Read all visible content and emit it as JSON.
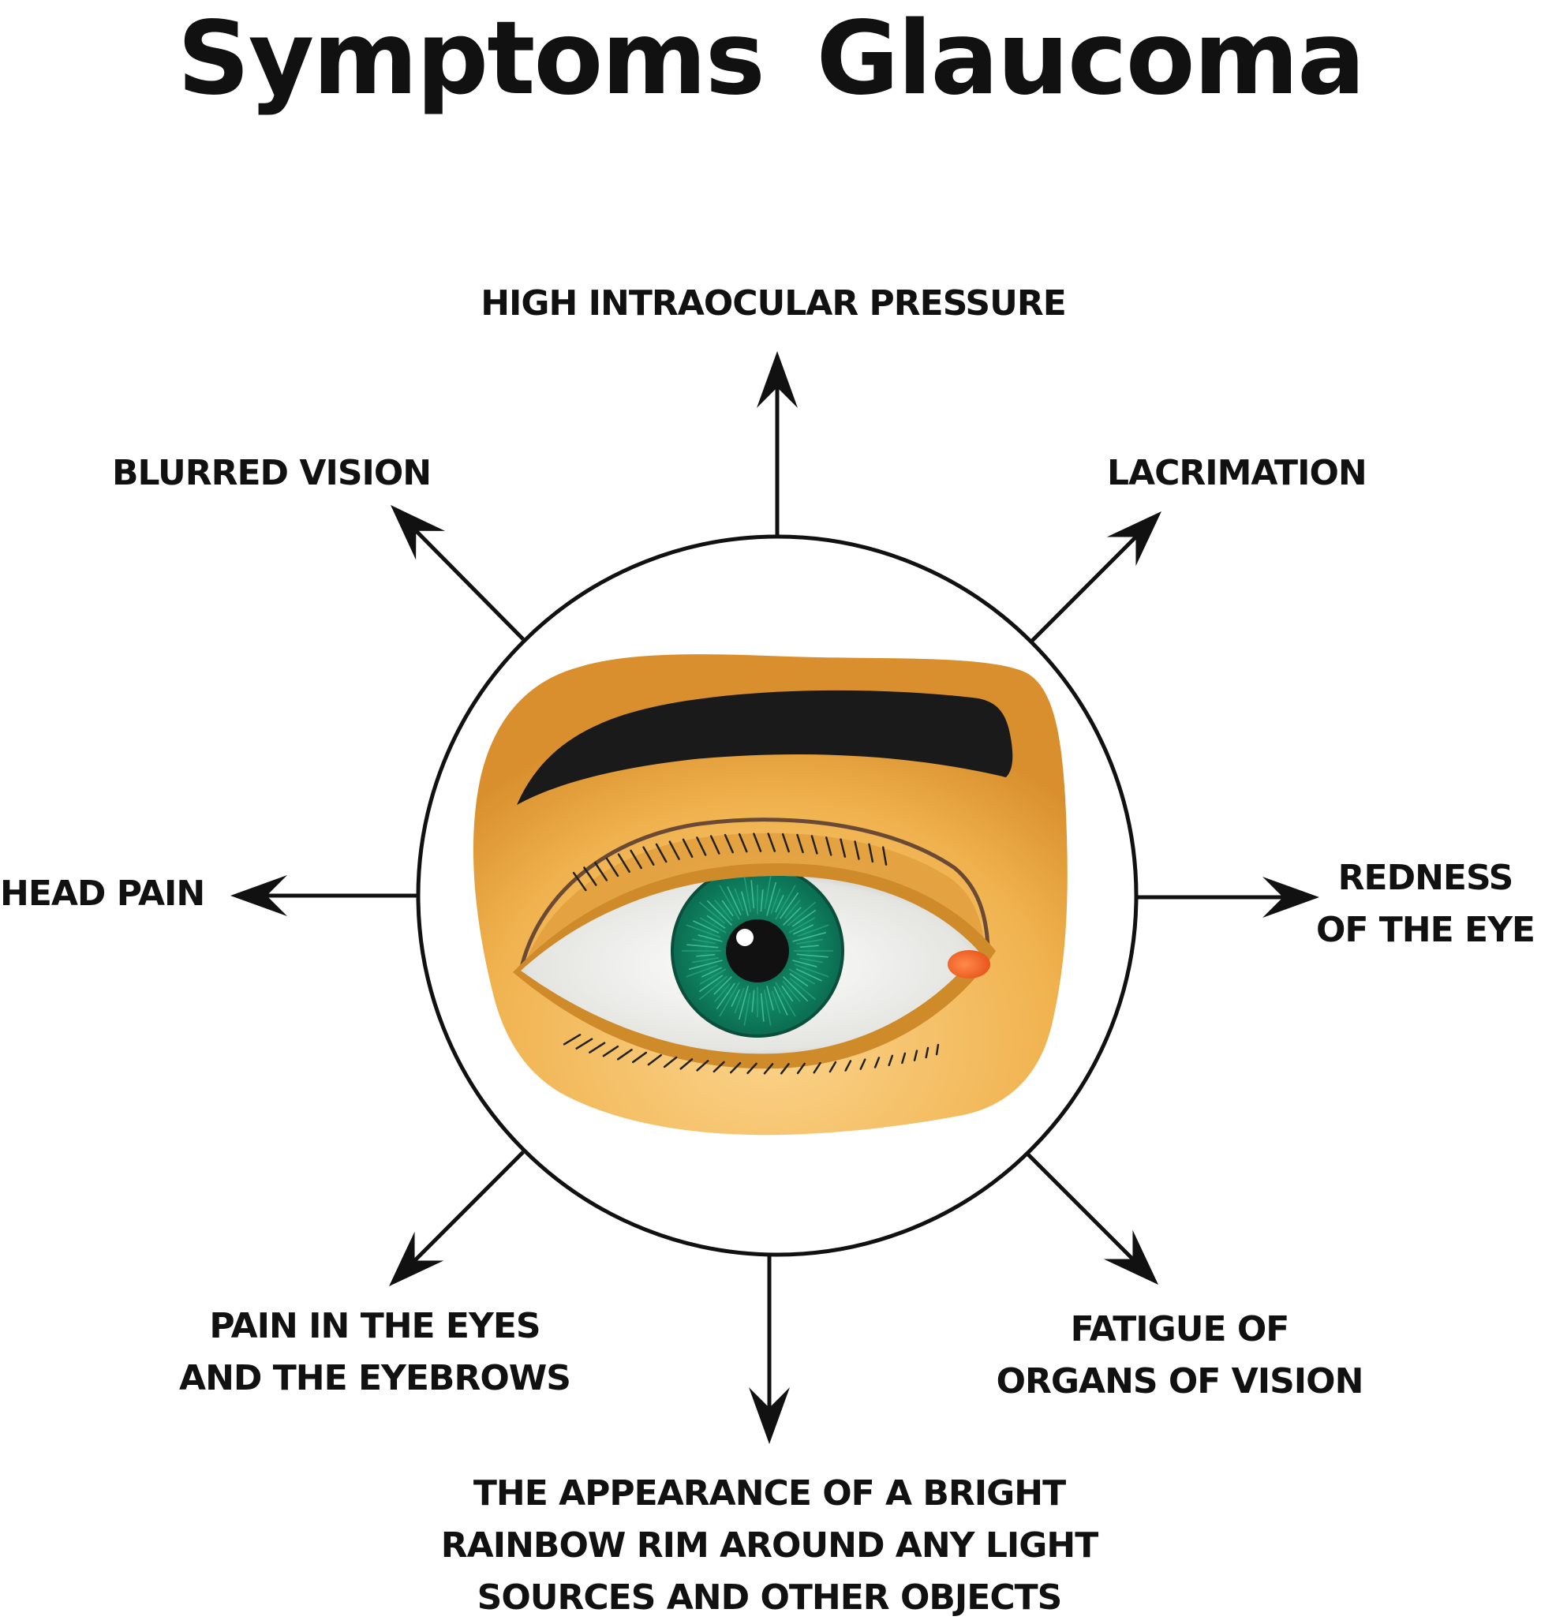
{
  "title": "Symptoms  Glaucoma",
  "symptoms": {
    "top": [
      "HIGH INTRAOCULAR PRESSURE"
    ],
    "top_left": [
      "BLURRED VISION"
    ],
    "top_right": [
      "LACRIMATION"
    ],
    "left": [
      "HEAD PAIN"
    ],
    "right": [
      "REDNESS",
      "OF THE EYE"
    ],
    "bottom_left": [
      "PAIN IN THE EYES",
      "AND THE EYEBROWS"
    ],
    "bottom_right": [
      "FATIGUE OF",
      "ORGANS OF VISION"
    ],
    "bottom": [
      "THE APPEARANCE OF A BRIGHT",
      "RAINBOW RIM AROUND ANY LIGHT",
      "SOURCES AND OTHER OBJECTS"
    ]
  },
  "colors": {
    "skin": "#f0b24e",
    "skin_shadow": "#d68c2c",
    "iris": "#0c7a5c",
    "pupil": "#111111",
    "sclera": "#e8e8e4",
    "caruncle": "#f26a2a",
    "line": "#111111"
  },
  "icons": [
    "eye-illustration",
    "arrow-icon"
  ]
}
